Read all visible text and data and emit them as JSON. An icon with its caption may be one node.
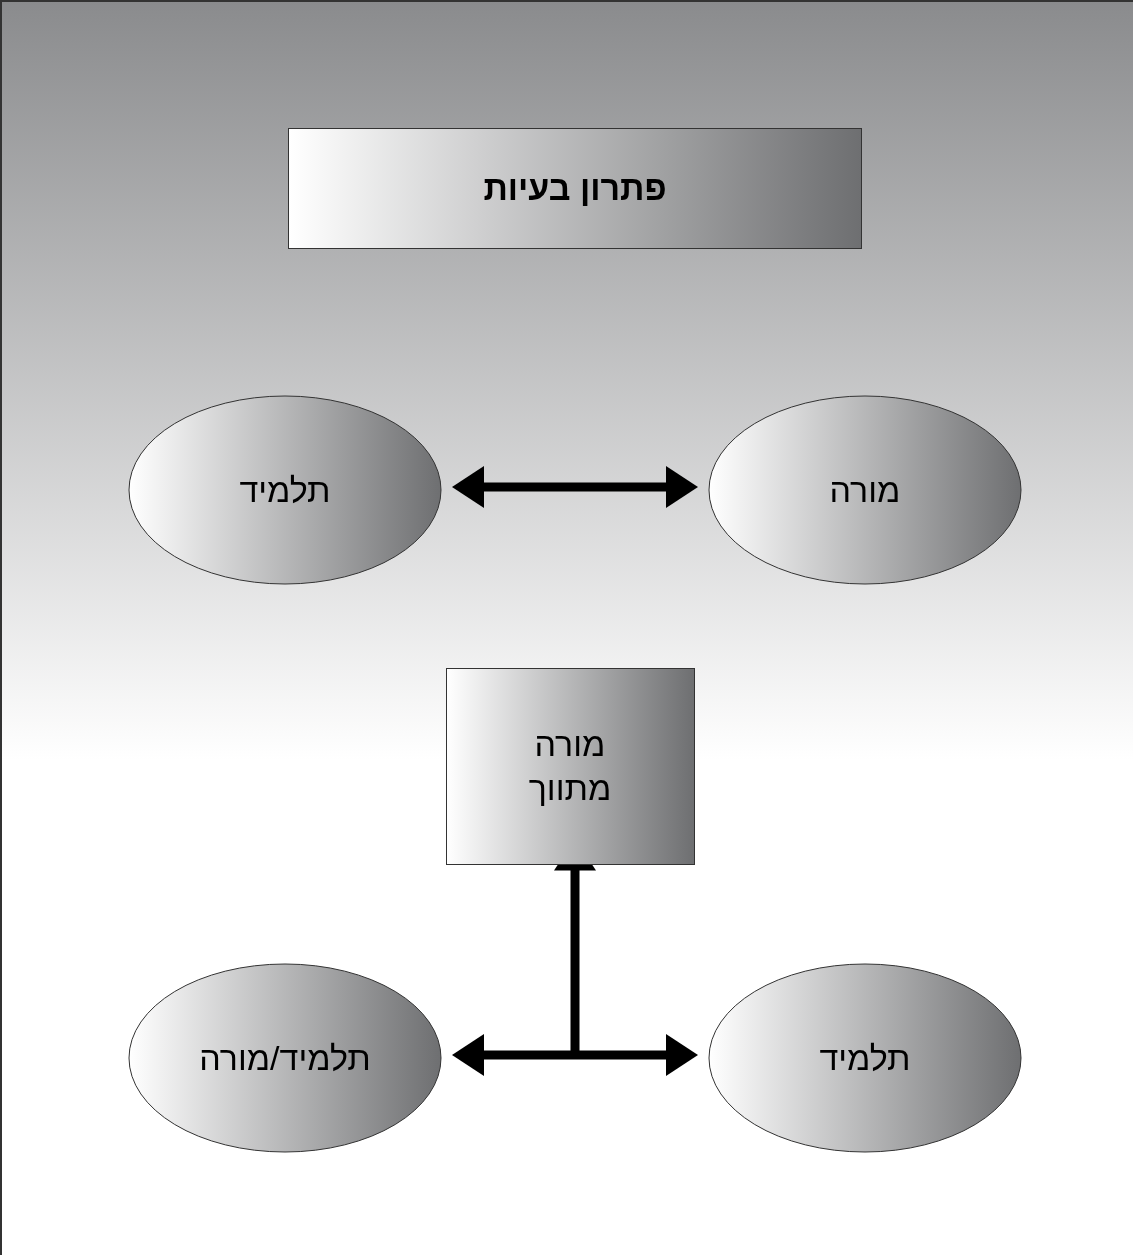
{
  "diagram": {
    "nodes": [
      {
        "text": [
          "פתרון בעיות"
        ]
      },
      {
        "text": [
          "מורה"
        ]
      },
      {
        "text": [
          "תלמיד"
        ]
      },
      {
        "text": [
          "מורה מתווך"
        ]
      },
      {
        "text": [
          "תלמיד"
        ]
      },
      {
        "text": [
          "תלמיד/מורה"
        ]
      }
    ],
    "edges": [
      {
        "from": 1,
        "to": 2,
        "arrow": "both"
      },
      {
        "from": 4,
        "to": 5,
        "arrow": "both"
      },
      {
        "from": null,
        "to": 3,
        "arrow": "to"
      }
    ]
  }
}
